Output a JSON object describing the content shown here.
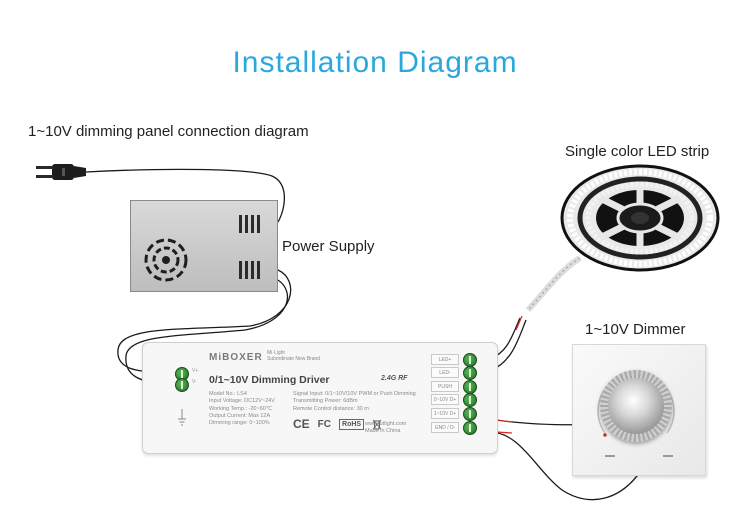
{
  "title": "Installation Diagram",
  "labels": {
    "panel_caption": "1~10V dimming panel connection diagram",
    "power_supply": "Power Supply",
    "led_strip": "Single color LED strip",
    "dimmer": "1~10V Dimmer"
  },
  "driver": {
    "brand": "MiBOXER",
    "sub_brand": "Mi·Light",
    "slogan": "Subordinate New Brand",
    "name": "0/1~10V Dimming Driver",
    "rf": "2.4G RF",
    "specs_left": [
      "Model No.: LS4",
      "Input Voltage: DC12V~24V",
      "Working Temp.: -20~60℃",
      "Output Current: Max 12A",
      "Dimming range: 0~100%"
    ],
    "specs_right": [
      "Signal Input: 0/1~10V/10V PWM or Push Dimming",
      "Transmitting Power: 6dBm",
      "Remote Control distance: 30 m"
    ],
    "certs": [
      "CE",
      "FC",
      "RoHS"
    ],
    "website": "www.futlight.com",
    "made_in": "Made in China",
    "input_marks": [
      "V+",
      "V-"
    ],
    "terminals": [
      "LED+",
      "LED-",
      "PUSH",
      "0~10V D+",
      "1~10V D+",
      "GND / D-"
    ]
  },
  "colors": {
    "title": "#2aa8de",
    "terminal": "#2f8f2f",
    "wire": "#1a1a1a",
    "wire_red": "#d93025"
  }
}
